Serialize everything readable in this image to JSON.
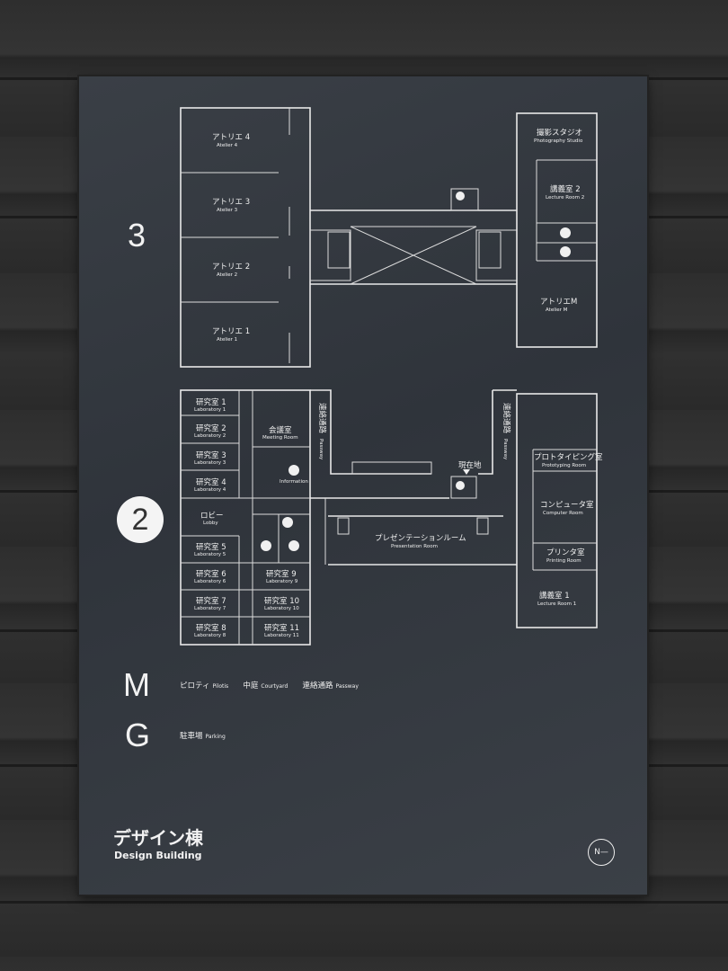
{
  "floors": {
    "f3": "3",
    "f2": "2",
    "fm": "M",
    "fg": "G"
  },
  "rooms_3f": [
    {
      "jp": "アトリエ 4",
      "en": "Atelier 4"
    },
    {
      "jp": "アトリエ 3",
      "en": "Atelier 3"
    },
    {
      "jp": "アトリエ 2",
      "en": "Atelier 2"
    },
    {
      "jp": "アトリエ 1",
      "en": "Atelier 1"
    },
    {
      "jp": "撮影スタジオ",
      "en": "Photography Studio"
    },
    {
      "jp": "講義室 2",
      "en": "Lecture Room 2"
    },
    {
      "jp": "アトリエM",
      "en": "Atelier M"
    }
  ],
  "rooms_2f_left": [
    {
      "jp": "研究室 1",
      "en": "Laboratory 1"
    },
    {
      "jp": "研究室 2",
      "en": "Laboratory 2"
    },
    {
      "jp": "研究室 3",
      "en": "Laboratory 3"
    },
    {
      "jp": "研究室 4",
      "en": "Laboratory 4"
    },
    {
      "jp": "ロビー",
      "en": "Lobby"
    },
    {
      "jp": "研究室 5",
      "en": "Laboratory 5"
    },
    {
      "jp": "研究室 6",
      "en": "Laboratory 6"
    },
    {
      "jp": "研究室 7",
      "en": "Laboratory 7"
    },
    {
      "jp": "研究室 8",
      "en": "Laboratory 8"
    }
  ],
  "rooms_2f_mid": [
    {
      "jp": "会議室",
      "en": "Meeting Room"
    },
    {
      "jp": "",
      "en": "Information"
    },
    {
      "jp": "研究室 9",
      "en": "Laboratory 9"
    },
    {
      "jp": "研究室 10",
      "en": "Laboratory 10"
    },
    {
      "jp": "研究室 11",
      "en": "Laboratory 11"
    }
  ],
  "rooms_2f_right": [
    {
      "jp": "プロトタイピング室",
      "en": "Prototyping Room"
    },
    {
      "jp": "コンピュータ室",
      "en": "Computer Room"
    },
    {
      "jp": "プリンタ室",
      "en": "Printing Room"
    },
    {
      "jp": "講義室 1",
      "en": "Lecture Room 1"
    }
  ],
  "presentation": {
    "jp": "プレゼンテーションルーム",
    "en": "Presentation Room"
  },
  "passway_jp": "連絡通路",
  "passway_en": "Passway",
  "current_location": "現在地",
  "legend_m": [
    {
      "jp": "ピロティ",
      "en": "Pilotis"
    },
    {
      "jp": "中庭",
      "en": "Courtyard"
    },
    {
      "jp": "連絡通路",
      "en": "Passway"
    }
  ],
  "legend_g": [
    {
      "jp": "駐車場",
      "en": "Parking"
    }
  ],
  "title_jp": "デザイン棟",
  "title_en": "Design Building",
  "north_label": "N",
  "colors": {
    "plate": "#353a41",
    "lines": "#e8e8e8",
    "wall": "#2e2e2e"
  }
}
